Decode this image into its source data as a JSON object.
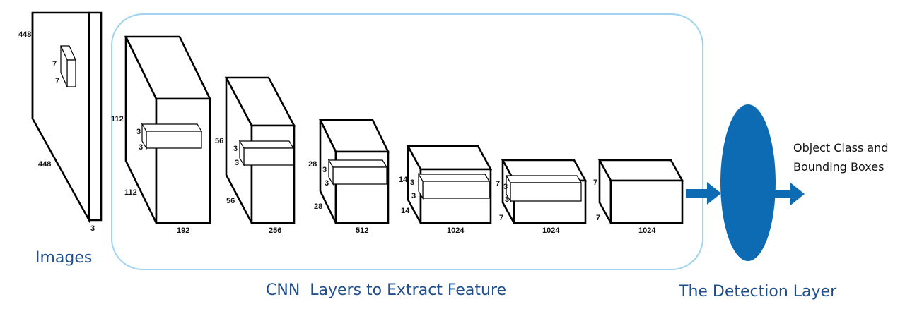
{
  "captions": {
    "images": "Images",
    "cnn": "CNN  Layers to Extract Feature",
    "detection": "The Detection Layer",
    "output_line1": "Object Class and",
    "output_line2": "Bounding Boxes"
  },
  "input_image": {
    "height": "448",
    "width": "448",
    "channels": "3",
    "kernel_h": "7",
    "kernel_w": "7"
  },
  "layers": [
    {
      "height": "112",
      "width": "112",
      "depth": "192",
      "kernel_h": "3",
      "kernel_w": "3"
    },
    {
      "height": "56",
      "width": "56",
      "depth": "256",
      "kernel_h": "3",
      "kernel_w": "3"
    },
    {
      "height": "28",
      "width": "28",
      "depth": "512",
      "kernel_h": "3",
      "kernel_w": "3"
    },
    {
      "height": "14",
      "width": "14",
      "depth": "1024",
      "kernel_h": "3",
      "kernel_w": "3"
    },
    {
      "height": "7",
      "width": "7",
      "depth": "1024",
      "kernel_h": "3",
      "kernel_w": "3"
    },
    {
      "height": "7",
      "width": "7",
      "depth": "1024"
    }
  ],
  "colors": {
    "caption_text": "#1f4e8c",
    "cnn_frame": "#9fd3f0",
    "detection_layer": "#0c6bb3",
    "arrow": "#0c6bb3"
  }
}
